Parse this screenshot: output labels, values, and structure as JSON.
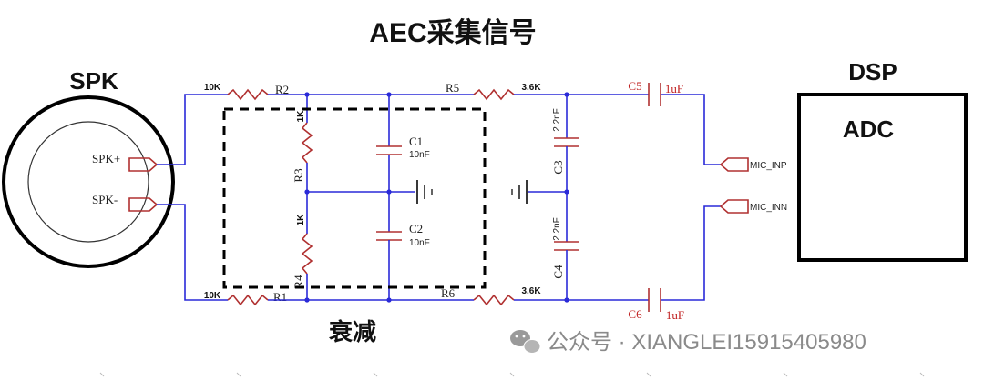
{
  "title": "AEC采集信号",
  "labels": {
    "spk": "SPK",
    "dsp": "DSP",
    "adc": "ADC",
    "attenuation": "衰减",
    "spk_plus": "SPK+",
    "spk_minus": "SPK-",
    "mic_inp": "MIC_INP",
    "mic_inn": "MIC_INN"
  },
  "components": {
    "r1": {
      "ref": "R1",
      "value": "10K"
    },
    "r2": {
      "ref": "R2",
      "value": "10K"
    },
    "r3": {
      "ref": "R3",
      "value": "1K"
    },
    "r4": {
      "ref": "R4",
      "value": "1K"
    },
    "r5": {
      "ref": "R5",
      "value": "3.6K"
    },
    "r6": {
      "ref": "R6",
      "value": "3.6K"
    },
    "c1": {
      "ref": "C1",
      "value": "10nF"
    },
    "c2": {
      "ref": "C2",
      "value": "10nF"
    },
    "c3": {
      "ref": "C3",
      "value": "2.2nF"
    },
    "c4": {
      "ref": "C4",
      "value": "2.2nF"
    },
    "c5": {
      "ref": "C5",
      "value": "1uF"
    },
    "c6": {
      "ref": "C6",
      "value": "1uF"
    }
  },
  "watermark": "公众号 · XIANGLEI15915405980",
  "colors": {
    "wire": "#2a2ad8",
    "component": "#b03030",
    "cap_label": "#c02020"
  }
}
